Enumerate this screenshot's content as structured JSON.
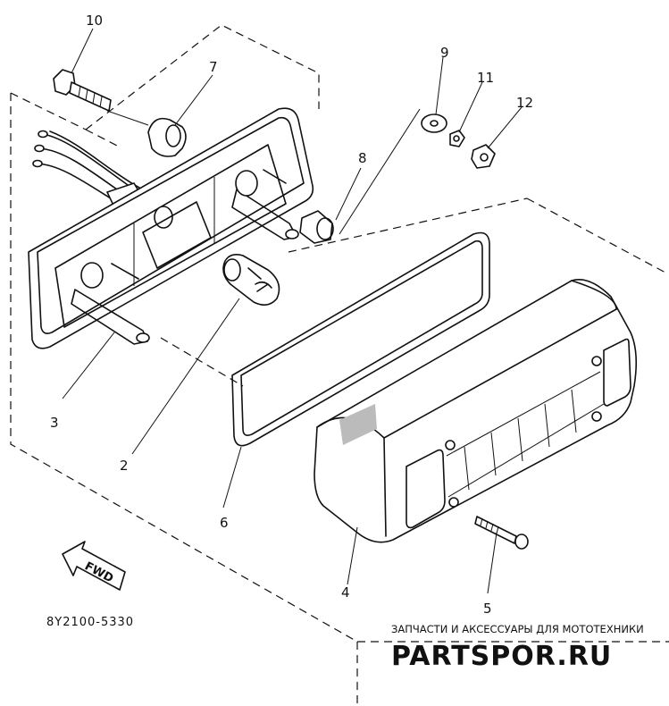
{
  "diagram": {
    "drawing_code": "8Y2100-5330",
    "direction_label": "FWD",
    "callouts": [
      {
        "id": "1",
        "label": "2"
      },
      {
        "id": "2",
        "label": "3"
      },
      {
        "id": "3",
        "label": "4"
      },
      {
        "id": "4",
        "label": "5"
      },
      {
        "id": "5",
        "label": "6"
      },
      {
        "id": "6",
        "label": "7"
      },
      {
        "id": "7",
        "label": "8"
      },
      {
        "id": "8",
        "label": "9"
      },
      {
        "id": "9",
        "label": "10"
      },
      {
        "id": "10",
        "label": "11"
      },
      {
        "id": "11",
        "label": "12"
      }
    ]
  },
  "watermark": {
    "subtitle": "ЗАПЧАСТИ И АКСЕССУАРЫ ДЛЯ МОТОТЕХНИКИ",
    "brand": "PARTSPOR.RU"
  }
}
